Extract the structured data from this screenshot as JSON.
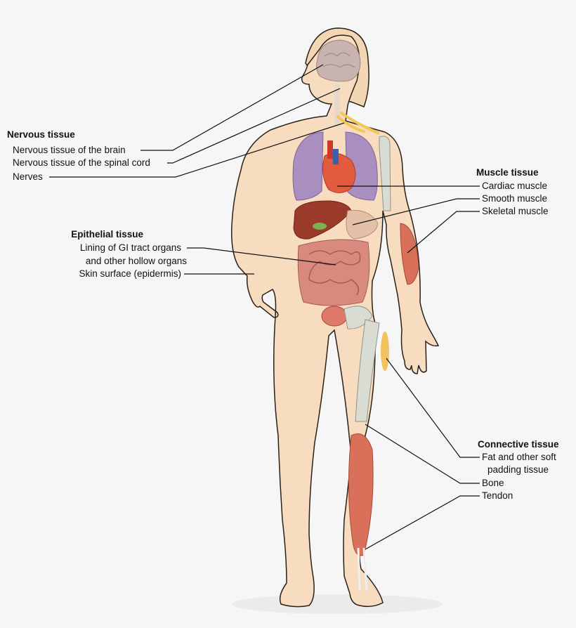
{
  "colors": {
    "background": "#f6f6f6",
    "skin": "#f8dcc0",
    "skin_outline": "#2a2018",
    "hair": "#f3d6b4",
    "brain": "#c9b3b0",
    "lungs": "#a98fbf",
    "heart": "#e35b3f",
    "liver": "#9a3a2a",
    "intestine": "#d98a7e",
    "bone": "#d9dcd3",
    "muscle": "#d9705a",
    "fat": "#f1c35c",
    "nerve": "#f4c658",
    "leader_line": "#111111"
  },
  "nervous": {
    "heading": "Nervous tissue",
    "items": [
      "Nervous tissue of the brain",
      "Nervous tissue of the spinal cord",
      "Nerves"
    ]
  },
  "epithelial": {
    "heading": "Epithelial tissue",
    "items": [
      "Lining of GI tract organs",
      "and other hollow organs",
      "Skin surface (epidermis)"
    ]
  },
  "muscle": {
    "heading": "Muscle tissue",
    "items": [
      "Cardiac muscle",
      "Smooth muscle",
      "Skeletal muscle"
    ]
  },
  "connective": {
    "heading": "Connective tissue",
    "items": [
      "Fat and other soft",
      "padding tissue",
      "Bone",
      "Tendon"
    ]
  }
}
